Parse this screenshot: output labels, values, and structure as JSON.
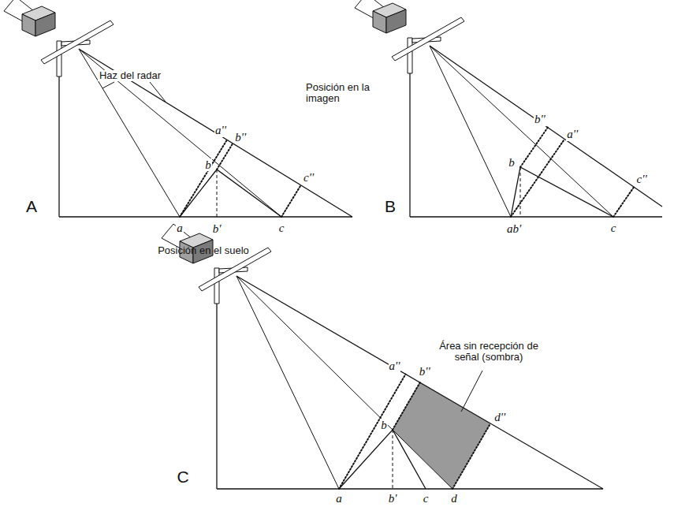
{
  "diagram": {
    "labels": [
      "Haz del radar",
      "a''",
      "b''",
      "Posición en la imagen",
      "b",
      "c''",
      "A",
      "a",
      "b'",
      "c",
      "Posición en el suelo",
      "b''",
      "a''",
      "b",
      "c''",
      "B",
      "ab'",
      "c",
      "a''",
      "Área sin recepción de señal (sombra)",
      "b''",
      "d''",
      "b",
      "C",
      "a",
      "b'",
      "c",
      "d"
    ]
  }
}
